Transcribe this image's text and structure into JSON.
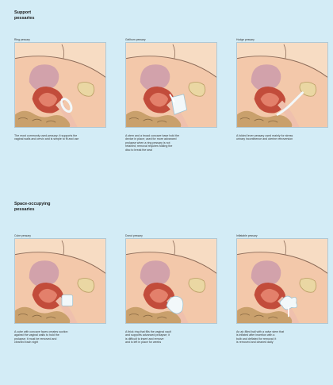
{
  "sections": [
    {
      "title_lines": [
        "Support",
        "pessaries"
      ],
      "panels": [
        {
          "name": "Ring pessary",
          "device": "ring",
          "desc": [
            "The most commonly used pessary; it supports the",
            "vaginal walls and cervix and is simple to fit and use"
          ]
        },
        {
          "name": "Gellhorn pessary",
          "device": "gellhorn",
          "desc": [
            "A stem and a broad concave base hold the",
            "device in place; used for more advanced",
            "prolapse when a ring pessary is not",
            "retained; removal requires folding the",
            "disc to break the seal"
          ]
        },
        {
          "name": "Hodge pessary",
          "device": "hodge",
          "desc": [
            "A folded lever pessary used mainly for stress",
            "urinary incontinence and uterine retroversion"
          ]
        }
      ]
    },
    {
      "title_lines": [
        "Space-occupying",
        "pessaries"
      ],
      "panels": [
        {
          "name": "Cube pessary",
          "device": "cube",
          "desc": [
            "A cube with concave faces creates suction",
            "against the vaginal walls to hold the",
            "prolapse; it must be removed and",
            "cleaned each night"
          ]
        },
        {
          "name": "Donut pessary",
          "device": "donut",
          "desc": [
            "A thick ring that fills the vaginal vault",
            "and supports advanced prolapse; it",
            "is difficult to insert and remove",
            "and is left in place for weeks"
          ]
        },
        {
          "name": "Inflatable pessary",
          "device": "inflatable",
          "desc": [
            "An air-filled ball with a valve stem that",
            "is inflated after insertion with a",
            "bulb and deflated for removal; it",
            "is removed and cleaned daily"
          ]
        }
      ]
    }
  ],
  "colors": {
    "background": "#d3ecf6",
    "skin": "#f7dcc3",
    "tissue": "#f0b896",
    "uterus_outer": "#c24c3b",
    "uterus_inner": "#e3806b",
    "bladder": "#d2a2ab",
    "bowel": "#c9a06c",
    "bone": "#ead7a3",
    "device": "#f2f8fa"
  }
}
